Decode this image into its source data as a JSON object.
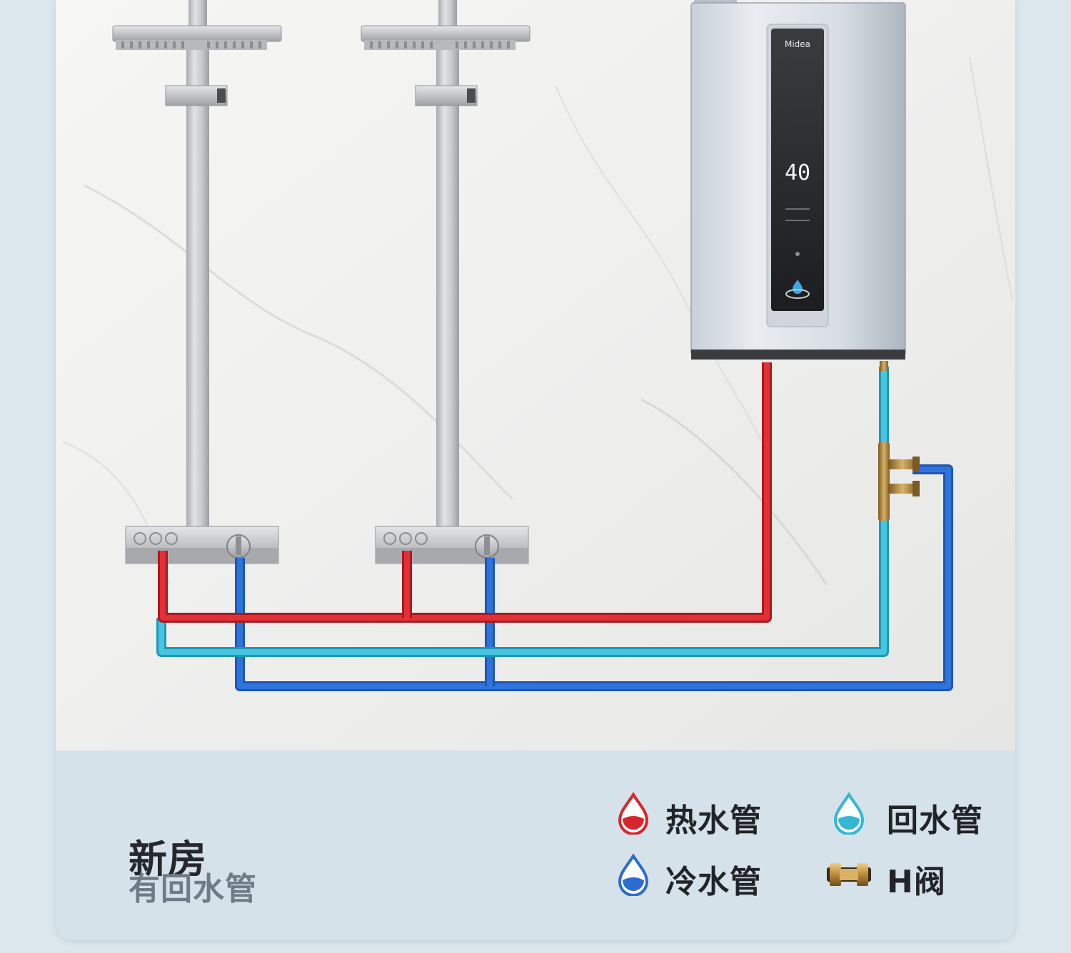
{
  "heater": {
    "brand": "Midea",
    "display": "40"
  },
  "caption": {
    "title": "新房",
    "subtitle": "有回水管"
  },
  "legend": [
    {
      "label": "热水管",
      "icon": "red-drop-icon",
      "color": "#d7262b"
    },
    {
      "label": "回水管",
      "icon": "cyan-drop-icon",
      "color": "#35b6d4"
    },
    {
      "label": "冷水管",
      "icon": "blue-drop-icon",
      "color": "#2b6cd1"
    },
    {
      "label": "H阀",
      "icon": "h-valve-icon",
      "color": "#b98a3c"
    }
  ],
  "colors": {
    "hot": "#d7262b",
    "return": "#35b6d4",
    "cold": "#2b6cd1",
    "brass": "#b98a3c"
  }
}
